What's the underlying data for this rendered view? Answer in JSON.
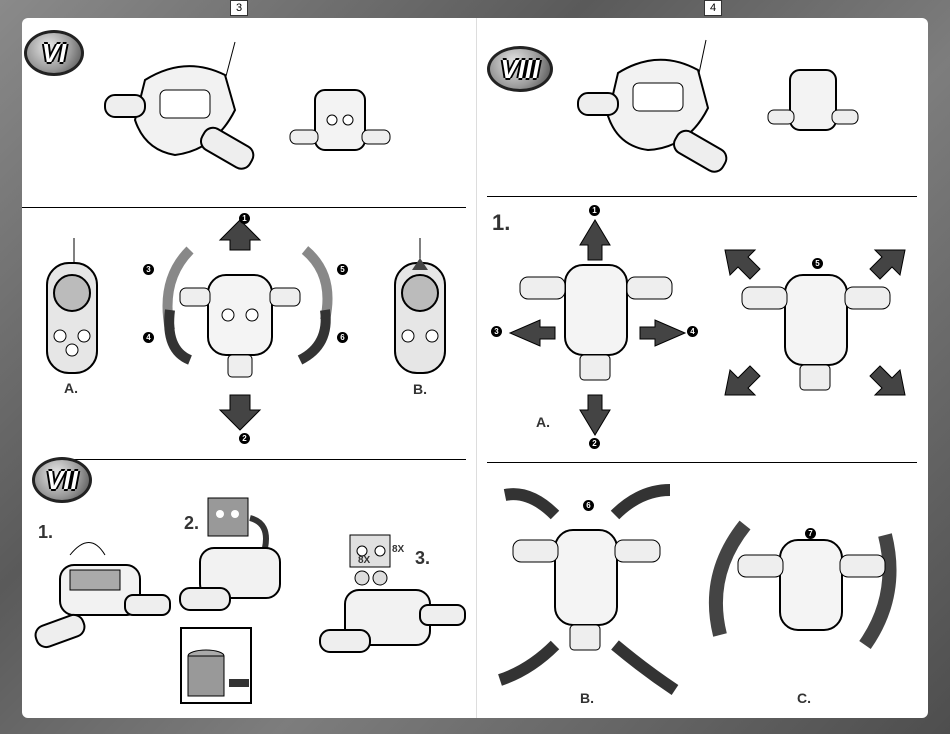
{
  "pages": {
    "left": "3",
    "right": "4"
  },
  "sections": {
    "vi": "VI",
    "vii": "VII",
    "viii": "VIII"
  },
  "vi": {
    "labels": {
      "a": "A.",
      "b": "B."
    },
    "numbers": [
      "1",
      "2",
      "3",
      "4",
      "5",
      "6"
    ]
  },
  "vii": {
    "steps": [
      "1.",
      "2.",
      "3."
    ],
    "count_a": "8X",
    "count_b": "8X"
  },
  "viii": {
    "step": "1.",
    "labels": {
      "a": "A.",
      "b": "B.",
      "c": "C."
    },
    "numbers": [
      "1",
      "2",
      "3",
      "4",
      "5",
      "6",
      "7"
    ]
  },
  "colors": {
    "ink": "#000000",
    "label": "#333333",
    "frame": "#6e6e6e"
  }
}
